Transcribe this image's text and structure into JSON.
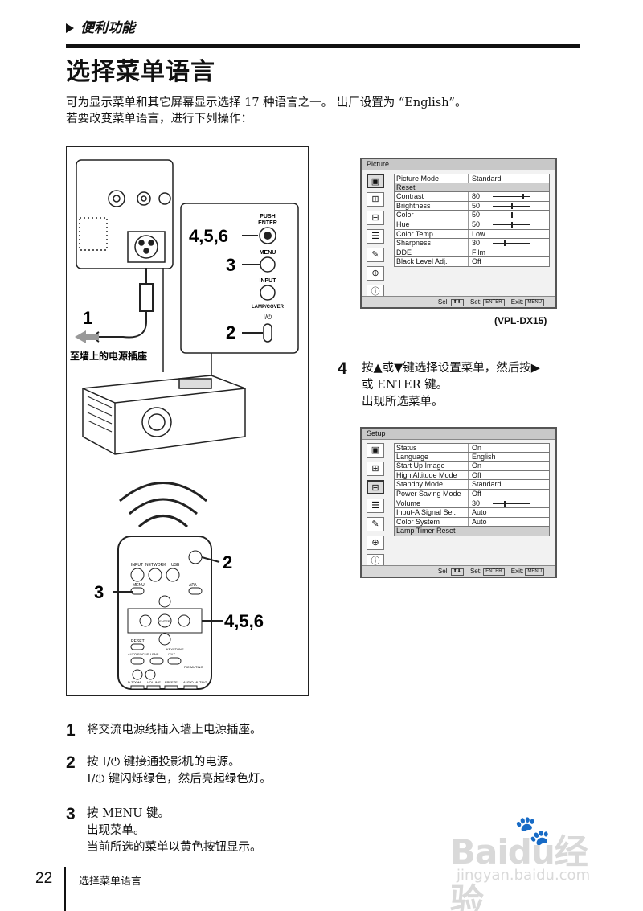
{
  "header": {
    "section_label": "便利功能"
  },
  "title": "选择菜单语言",
  "intro": {
    "line1": "可为显示菜单和其它屏幕显示选择 17 种语言之一。 出厂设置为 “English”。",
    "line2": "若要改变菜单语言，进行下列操作："
  },
  "figure": {
    "callouts": {
      "c1": "1",
      "c2a": "2",
      "c2b": "2",
      "c3a": "3",
      "c3b": "3",
      "c456a": "4,5,6",
      "c456b": "4,5,6"
    },
    "outlet_label": "至墙上的电源插座",
    "panel_labels": {
      "push": "PUSH",
      "enter": "ENTER",
      "menu": "MENU",
      "input": "INPUT",
      "lamp_cover": "LAMP/COVER",
      "power": "I/⏻"
    },
    "remote_labels": {
      "input": "INPUT",
      "network": "NETWORK",
      "usb": "USB",
      "menu": "MENU",
      "apa": "APA",
      "enter": "ENTER",
      "reset": "RESET",
      "keystone": "KEYSTONE",
      "tilt": "/TILT",
      "auto_focus": "AUTO FOCUS",
      "lens": "LENS",
      "pic_muting": "PIC MUTING",
      "d_zoom": "D ZOOM",
      "volume": "VOLUME",
      "freeze": "FREEZE",
      "audio_muting": "AUDIO MUTING"
    }
  },
  "picture_menu": {
    "title": "Picture",
    "rows": [
      {
        "label": "Picture Mode",
        "value": "Standard",
        "slider": null
      },
      {
        "label": "Reset",
        "value": "",
        "slider": null
      },
      {
        "label": "Contrast",
        "value": "80",
        "slider": 0.8
      },
      {
        "label": "Brightness",
        "value": "50",
        "slider": 0.5
      },
      {
        "label": "Color",
        "value": "50",
        "slider": 0.5
      },
      {
        "label": "Hue",
        "value": "50",
        "slider": 0.5
      },
      {
        "label": "Color Temp.",
        "value": "Low",
        "slider": null
      },
      {
        "label": "Sharpness",
        "value": "30",
        "slider": 0.3
      },
      {
        "label": "DDE",
        "value": "Film",
        "slider": null
      },
      {
        "label": "Black Level Adj.",
        "value": "Off",
        "slider": null
      }
    ],
    "footer": {
      "sel": "Sel:",
      "set": "Set:",
      "set_key": "ENTER",
      "exit": "Exit:",
      "exit_key": "MENU"
    }
  },
  "caption": "(VPL-DX15)",
  "step4": {
    "num": "4",
    "line1": "按▲或▼键选择设置菜单，然后按▶",
    "line2": "或 ENTER 键。",
    "line3": "出现所选菜单。"
  },
  "setup_menu": {
    "title": "Setup",
    "rows": [
      {
        "label": "Status",
        "value": "On",
        "slider": null
      },
      {
        "label": "Language",
        "value": "English",
        "slider": null
      },
      {
        "label": "Start Up Image",
        "value": "On",
        "slider": null
      },
      {
        "label": "High Altitude Mode",
        "value": "Off",
        "slider": null
      },
      {
        "label": "Standby Mode",
        "value": "Standard",
        "slider": null
      },
      {
        "label": "Power Saving Mode",
        "value": "Off",
        "slider": null
      },
      {
        "label": "Volume",
        "value": "30",
        "slider": 0.3
      },
      {
        "label": "Input-A Signal Sel.",
        "value": "Auto",
        "slider": null
      },
      {
        "label": "Color System",
        "value": "Auto",
        "slider": null
      },
      {
        "label": "Lamp Timer Reset",
        "value": "",
        "slider": null
      }
    ],
    "footer": {
      "sel": "Sel:",
      "set": "Set:",
      "set_key": "ENTER",
      "exit": "Exit:",
      "exit_key": "MENU"
    }
  },
  "steps": [
    {
      "num": "1",
      "lines": [
        "将交流电源线插入墙上电源插座。"
      ]
    },
    {
      "num": "2",
      "lines": [
        "按 I/⏻ 键接通投影机的电源。",
        "I/⏻ 键闪烁绿色，然后亮起绿色灯。"
      ]
    },
    {
      "num": "3",
      "lines": [
        "按 MENU 键。",
        "出现菜单。",
        "当前所选的菜单以黄色按钮显示。"
      ]
    }
  ],
  "footer": {
    "page_number": "22",
    "running_title": "选择菜单语言"
  },
  "watermark": {
    "logo": "Baidu经验",
    "url": "jingyan.baidu.com"
  }
}
